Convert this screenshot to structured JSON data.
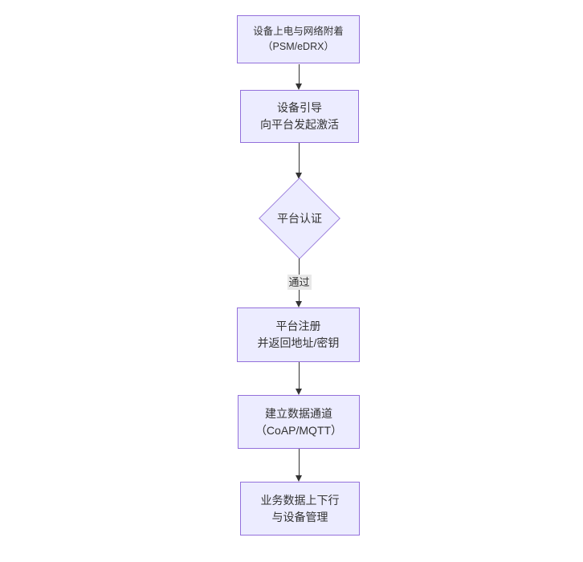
{
  "diagram": {
    "type": "flowchart",
    "direction": "top-down",
    "colors": {
      "background": "#ffffff",
      "node_fill": "#ECECFF",
      "node_border": "#9370DB",
      "arrow": "#333333",
      "edge_label_bg": "#e8e8e8",
      "text": "#333333"
    },
    "nodes": [
      {
        "id": "power-attach",
        "shape": "rect",
        "lines": [
          "设备上电与网络附着",
          "（PSM/eDRX）"
        ]
      },
      {
        "id": "bootstrap",
        "shape": "rect",
        "lines": [
          "设备引导",
          "向平台发起激活"
        ]
      },
      {
        "id": "platform-auth",
        "shape": "diamond",
        "lines": [
          "平台认证"
        ]
      },
      {
        "id": "register",
        "shape": "rect",
        "lines": [
          "平台注册",
          "并返回地址/密钥"
        ]
      },
      {
        "id": "data-channel",
        "shape": "rect",
        "lines": [
          "建立数据通道",
          "（CoAP/MQTT）"
        ]
      },
      {
        "id": "business-data",
        "shape": "rect",
        "lines": [
          "业务数据上下行",
          "与设备管理"
        ]
      }
    ],
    "edges": [
      {
        "from": "power-attach",
        "to": "bootstrap",
        "label": ""
      },
      {
        "from": "bootstrap",
        "to": "platform-auth",
        "label": ""
      },
      {
        "from": "platform-auth",
        "to": "register",
        "label": "通过"
      },
      {
        "from": "register",
        "to": "data-channel",
        "label": ""
      },
      {
        "from": "data-channel",
        "to": "business-data",
        "label": ""
      }
    ]
  }
}
